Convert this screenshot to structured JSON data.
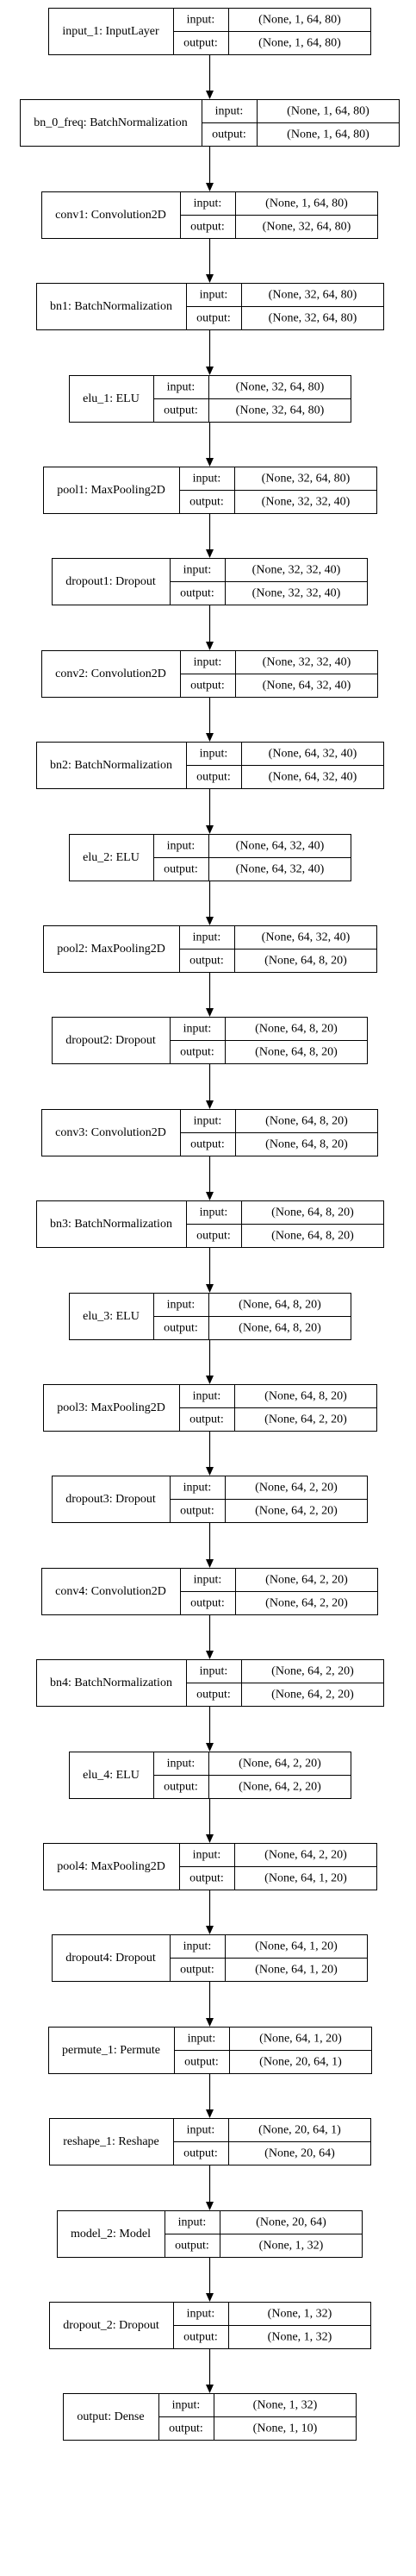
{
  "labels": {
    "input": "input:",
    "output": "output:"
  },
  "layers": [
    {
      "name": "input_1: InputLayer",
      "input": "(None, 1, 64, 80)",
      "output": "(None, 1, 64, 80)"
    },
    {
      "name": "bn_0_freq: BatchNormalization",
      "input": "(None, 1, 64, 80)",
      "output": "(None, 1, 64, 80)"
    },
    {
      "name": "conv1: Convolution2D",
      "input": "(None, 1, 64, 80)",
      "output": "(None, 32, 64, 80)"
    },
    {
      "name": "bn1: BatchNormalization",
      "input": "(None, 32, 64, 80)",
      "output": "(None, 32, 64, 80)"
    },
    {
      "name": "elu_1: ELU",
      "input": "(None, 32, 64, 80)",
      "output": "(None, 32, 64, 80)"
    },
    {
      "name": "pool1: MaxPooling2D",
      "input": "(None, 32, 64, 80)",
      "output": "(None, 32, 32, 40)"
    },
    {
      "name": "dropout1: Dropout",
      "input": "(None, 32, 32, 40)",
      "output": "(None, 32, 32, 40)"
    },
    {
      "name": "conv2: Convolution2D",
      "input": "(None, 32, 32, 40)",
      "output": "(None, 64, 32, 40)"
    },
    {
      "name": "bn2: BatchNormalization",
      "input": "(None, 64, 32, 40)",
      "output": "(None, 64, 32, 40)"
    },
    {
      "name": "elu_2: ELU",
      "input": "(None, 64, 32, 40)",
      "output": "(None, 64, 32, 40)"
    },
    {
      "name": "pool2: MaxPooling2D",
      "input": "(None, 64, 32, 40)",
      "output": "(None, 64, 8, 20)"
    },
    {
      "name": "dropout2: Dropout",
      "input": "(None, 64, 8, 20)",
      "output": "(None, 64, 8, 20)"
    },
    {
      "name": "conv3: Convolution2D",
      "input": "(None, 64, 8, 20)",
      "output": "(None, 64, 8, 20)"
    },
    {
      "name": "bn3: BatchNormalization",
      "input": "(None, 64, 8, 20)",
      "output": "(None, 64, 8, 20)"
    },
    {
      "name": "elu_3: ELU",
      "input": "(None, 64, 8, 20)",
      "output": "(None, 64, 8, 20)"
    },
    {
      "name": "pool3: MaxPooling2D",
      "input": "(None, 64, 8, 20)",
      "output": "(None, 64, 2, 20)"
    },
    {
      "name": "dropout3: Dropout",
      "input": "(None, 64, 2, 20)",
      "output": "(None, 64, 2, 20)"
    },
    {
      "name": "conv4: Convolution2D",
      "input": "(None, 64, 2, 20)",
      "output": "(None, 64, 2, 20)"
    },
    {
      "name": "bn4: BatchNormalization",
      "input": "(None, 64, 2, 20)",
      "output": "(None, 64, 2, 20)"
    },
    {
      "name": "elu_4: ELU",
      "input": "(None, 64, 2, 20)",
      "output": "(None, 64, 2, 20)"
    },
    {
      "name": "pool4: MaxPooling2D",
      "input": "(None, 64, 2, 20)",
      "output": "(None, 64, 1, 20)"
    },
    {
      "name": "dropout4: Dropout",
      "input": "(None, 64, 1, 20)",
      "output": "(None, 64, 1, 20)"
    },
    {
      "name": "permute_1: Permute",
      "input": "(None, 64, 1, 20)",
      "output": "(None, 20, 64, 1)"
    },
    {
      "name": "reshape_1: Reshape",
      "input": "(None, 20, 64, 1)",
      "output": "(None, 20, 64)"
    },
    {
      "name": "model_2: Model",
      "input": "(None, 20, 64)",
      "output": "(None, 1, 32)"
    },
    {
      "name": "dropout_2: Dropout",
      "input": "(None, 1, 32)",
      "output": "(None, 1, 32)"
    },
    {
      "name": "output: Dense",
      "input": "(None, 1, 32)",
      "output": "(None, 1, 10)"
    }
  ]
}
